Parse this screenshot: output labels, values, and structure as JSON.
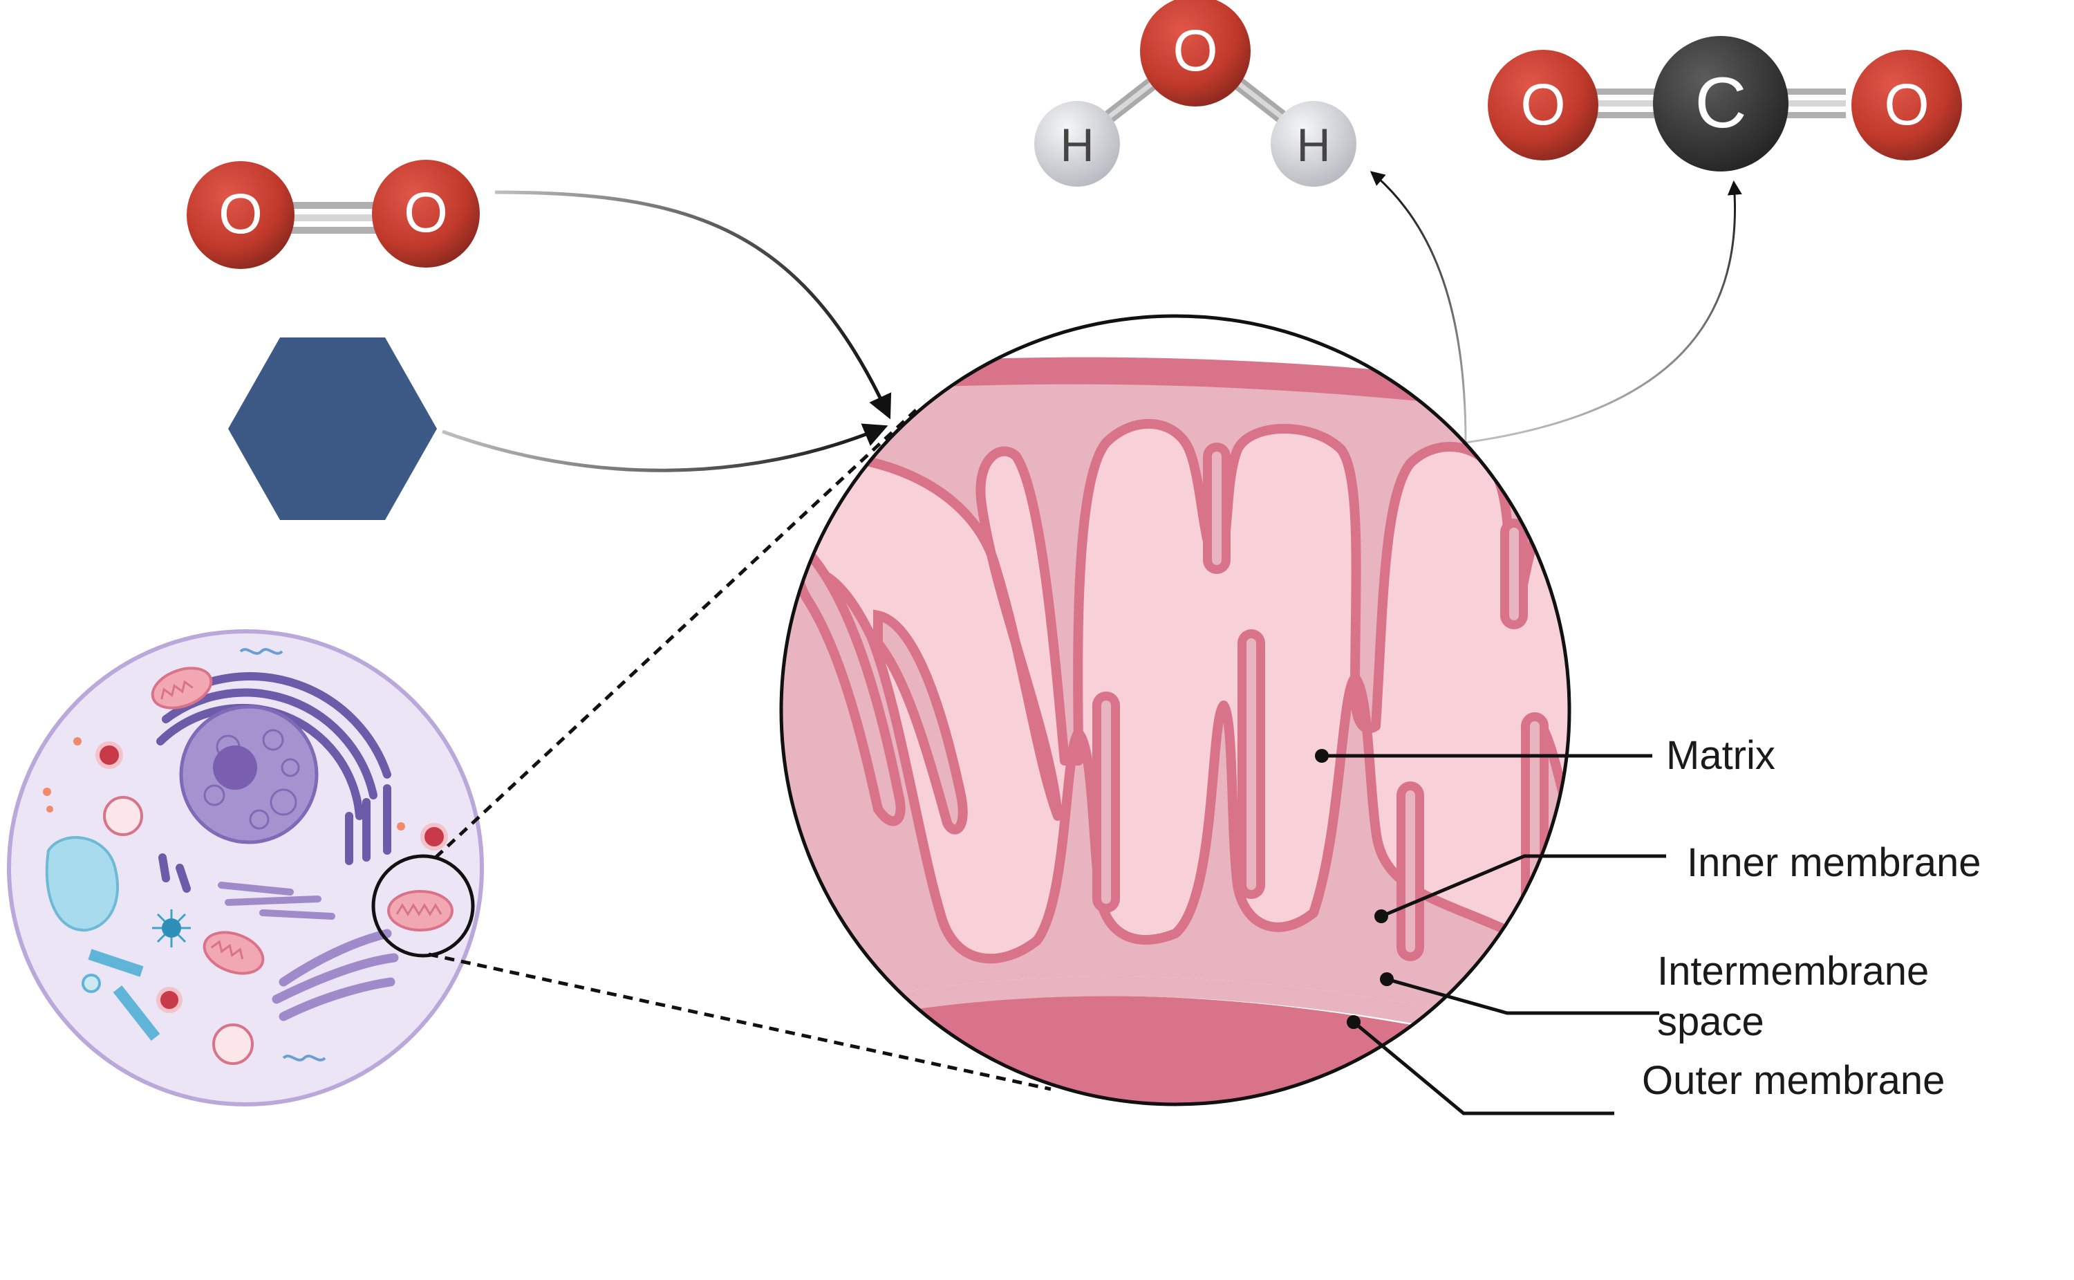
{
  "molecules": {
    "oxygen": {
      "atom1": "O",
      "atom2": "O"
    },
    "water": {
      "oxygen": "O",
      "hydrogen1": "H",
      "hydrogen2": "H"
    },
    "carbon_dioxide": {
      "oxygen1": "O",
      "carbon": "C",
      "oxygen2": "O"
    }
  },
  "labels": {
    "matrix": "Matrix",
    "inner_membrane": "Inner membrane",
    "intermembrane_line1": "Intermembrane",
    "intermembrane_line2": "space",
    "outer_membrane": "Outer membrane"
  },
  "colors": {
    "oxygen_atom": "#c0392b",
    "carbon_atom": "#3a3a3a",
    "hydrogen_atom": "#dcdde2",
    "glucose": "#3d5a87",
    "membrane": "#d9738a",
    "intermembrane_space": "#e8b4bf",
    "matrix": "#f7d0d8",
    "cell_membrane": "#b9a8d9",
    "cell_cytoplasm": "#ece5f6"
  }
}
